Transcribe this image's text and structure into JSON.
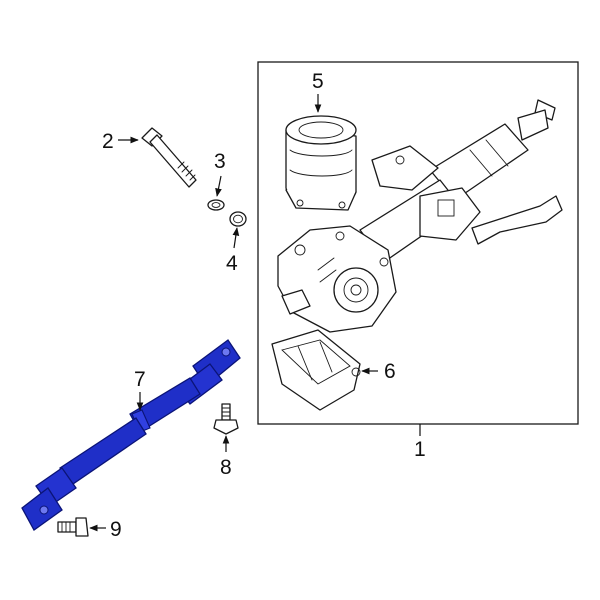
{
  "diagram": {
    "callouts": [
      {
        "id": "1",
        "text": "1"
      },
      {
        "id": "2",
        "text": "2"
      },
      {
        "id": "3",
        "text": "3"
      },
      {
        "id": "4",
        "text": "4"
      },
      {
        "id": "5",
        "text": "5"
      },
      {
        "id": "6",
        "text": "6"
      },
      {
        "id": "7",
        "text": "7"
      },
      {
        "id": "8",
        "text": "8"
      },
      {
        "id": "9",
        "text": "9"
      }
    ],
    "highlight_part": "7",
    "colors": {
      "line": "#1a1a1a",
      "highlight_fill": "#1f2fc8",
      "highlight_stroke": "#0b1477",
      "background": "#ffffff"
    }
  }
}
